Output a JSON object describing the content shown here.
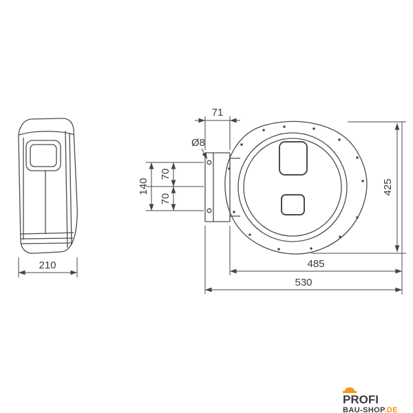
{
  "drawing": {
    "type": "technical-dimension-drawing",
    "line_color": "#4a4a4a",
    "dim_color": "#444444",
    "dimensions": {
      "side_width": "210",
      "bracket_depth": "71",
      "hole_diameter": "Ø8",
      "mount_height": "140",
      "mount_hole_top": "70",
      "mount_hole_bottom": "70",
      "body_height": "425",
      "body_width": "485",
      "total_width": "530"
    }
  },
  "logo": {
    "line1": "PROFI",
    "line2_main": "BAU-SHOP",
    "line2_tld": ".DE",
    "accent": "#f7941d",
    "text_color": "#3b3b3b"
  }
}
